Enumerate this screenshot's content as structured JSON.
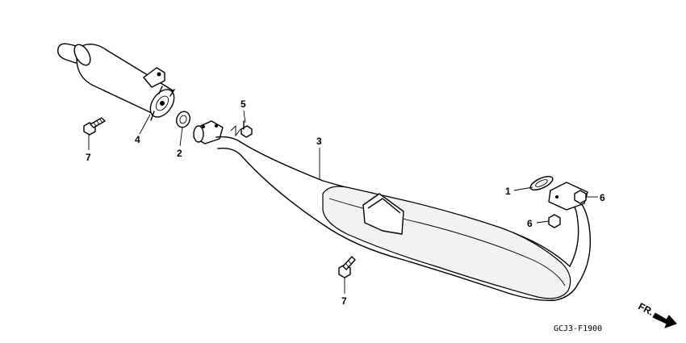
{
  "parts": [
    {
      "id": "muffler",
      "callout": "4"
    },
    {
      "id": "gasket-silencer",
      "callout": "2"
    },
    {
      "id": "bolt-joint",
      "callout": "5"
    },
    {
      "id": "exhaust-chamber",
      "callout": "3"
    },
    {
      "id": "gasket-exhaust-pipe",
      "callout": "1"
    },
    {
      "id": "nut-upper",
      "callout": "6"
    },
    {
      "id": "nut-lower",
      "callout": "6"
    },
    {
      "id": "bolt-muffler",
      "callout": "7"
    },
    {
      "id": "bolt-chamber",
      "callout": "7"
    }
  ],
  "direction_label": "FR.",
  "diagram_code": "GCJ3-F1900"
}
